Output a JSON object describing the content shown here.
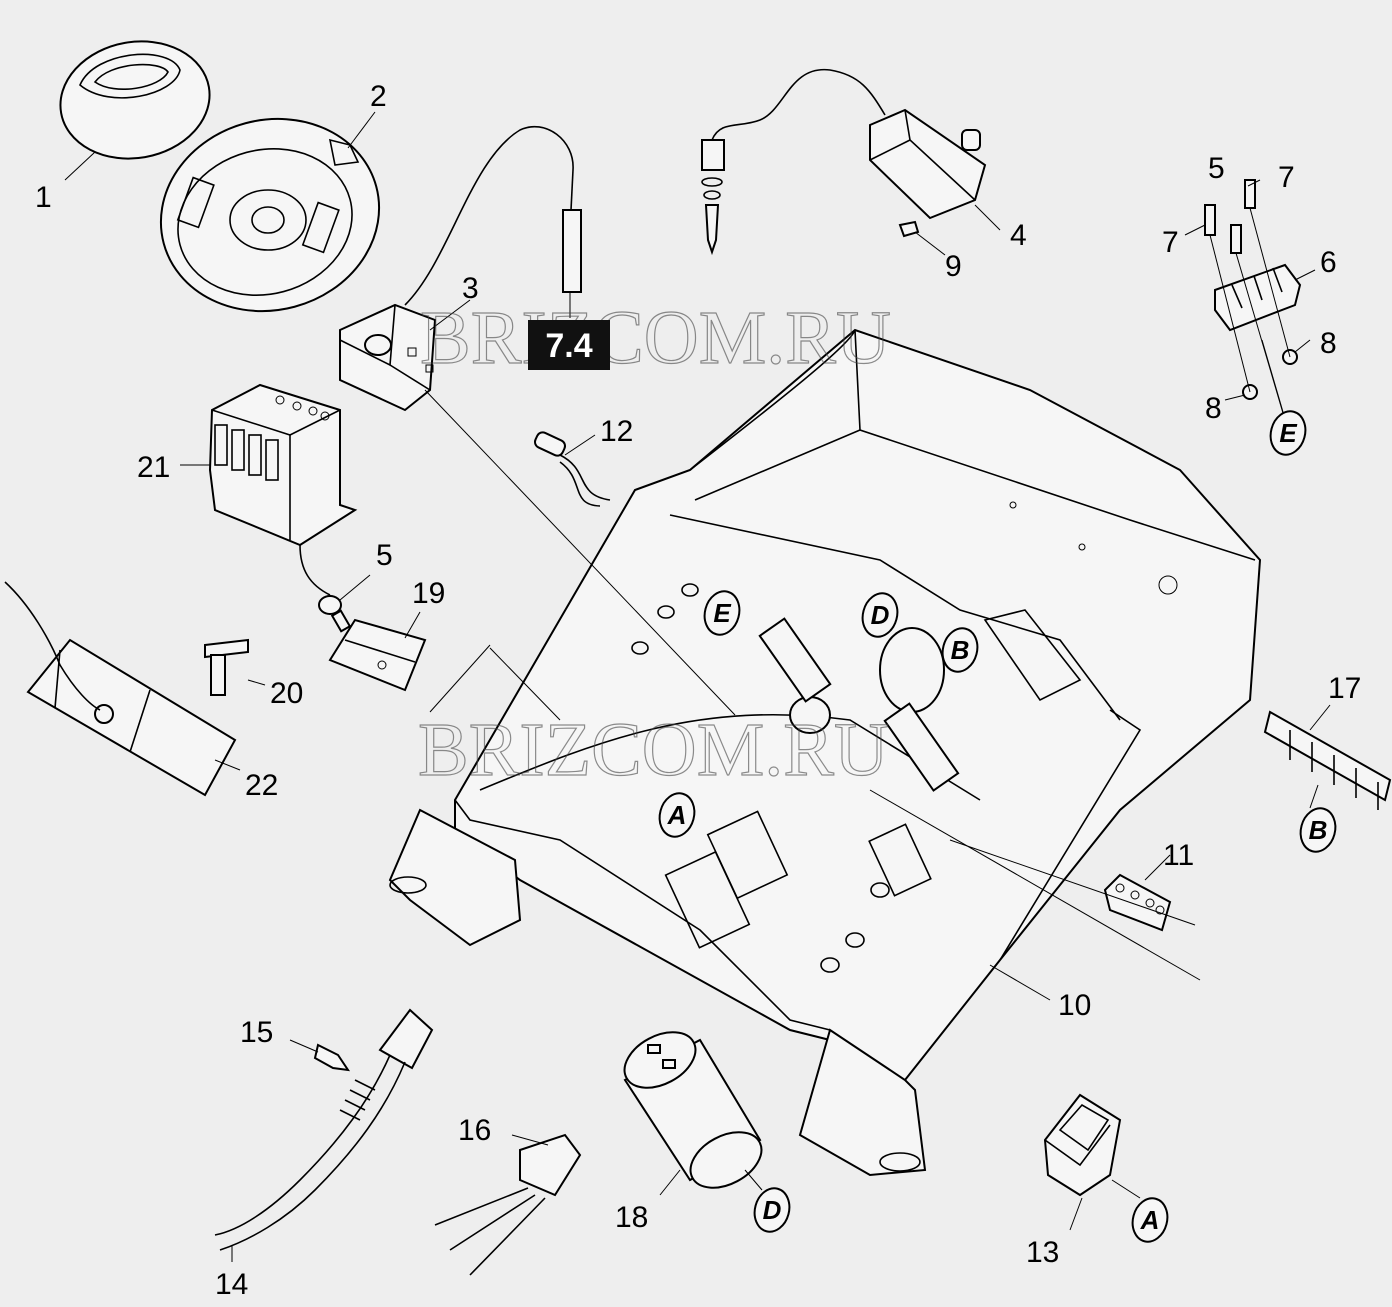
{
  "reference_tag": "7.4",
  "watermark": [
    "BRIZCOM.RU",
    "BRIZCOM.RU"
  ],
  "callouts": [
    {
      "id": "1",
      "text": "1"
    },
    {
      "id": "2",
      "text": "2"
    },
    {
      "id": "3",
      "text": "3"
    },
    {
      "id": "4",
      "text": "4"
    },
    {
      "id": "5a",
      "text": "5"
    },
    {
      "id": "5b",
      "text": "5"
    },
    {
      "id": "6",
      "text": "6"
    },
    {
      "id": "7a",
      "text": "7"
    },
    {
      "id": "7b",
      "text": "7"
    },
    {
      "id": "8a",
      "text": "8"
    },
    {
      "id": "8b",
      "text": "8"
    },
    {
      "id": "9",
      "text": "9"
    },
    {
      "id": "10",
      "text": "10"
    },
    {
      "id": "11",
      "text": "11"
    },
    {
      "id": "12",
      "text": "12"
    },
    {
      "id": "13",
      "text": "13"
    },
    {
      "id": "14",
      "text": "14"
    },
    {
      "id": "15",
      "text": "15"
    },
    {
      "id": "16",
      "text": "16"
    },
    {
      "id": "17",
      "text": "17"
    },
    {
      "id": "18",
      "text": "18"
    },
    {
      "id": "19",
      "text": "19"
    },
    {
      "id": "20",
      "text": "20"
    },
    {
      "id": "21",
      "text": "21"
    },
    {
      "id": "22",
      "text": "22"
    }
  ],
  "connectors": [
    {
      "id": "E_box",
      "text": "E"
    },
    {
      "id": "D_box",
      "text": "D"
    },
    {
      "id": "B_box",
      "text": "B"
    },
    {
      "id": "A_box",
      "text": "A"
    },
    {
      "id": "E_term",
      "text": "E"
    },
    {
      "id": "B_strip",
      "text": "B"
    },
    {
      "id": "D_cap",
      "text": "D"
    },
    {
      "id": "A_switch",
      "text": "A"
    }
  ]
}
